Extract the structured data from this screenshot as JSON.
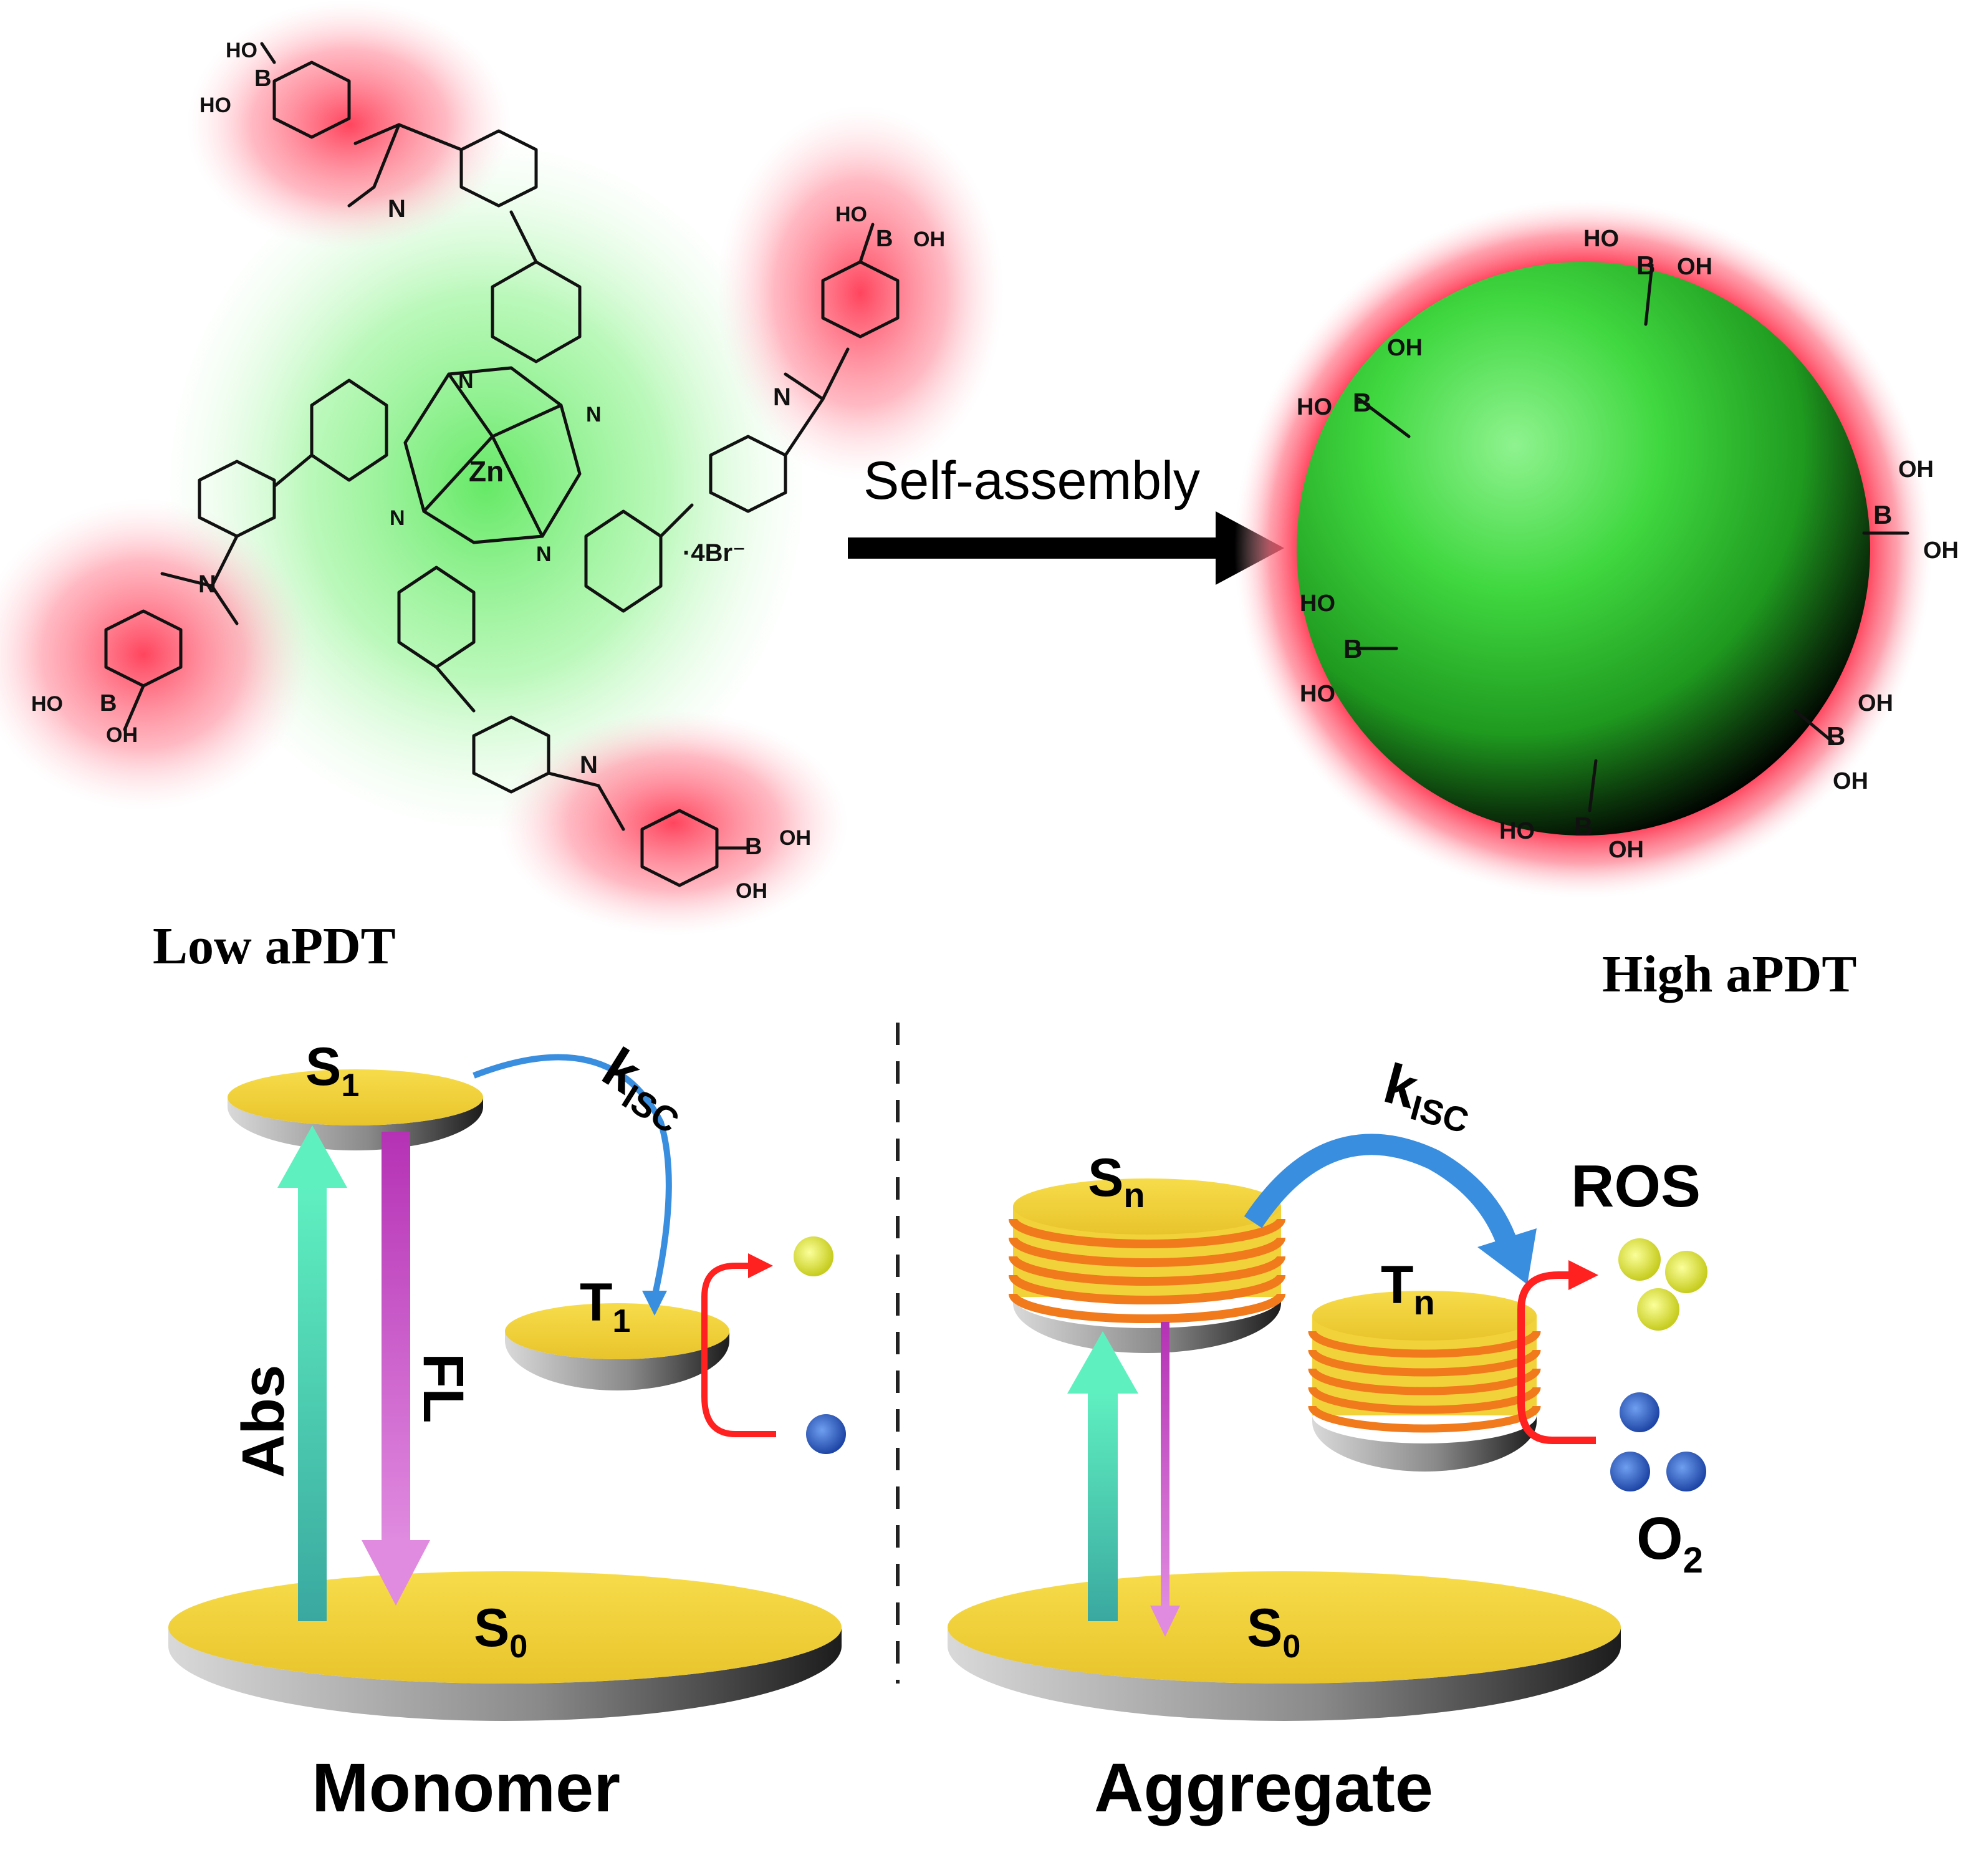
{
  "top": {
    "arrow_label": "Self-assembly",
    "left_label": "Low aPDT",
    "right_label": "High aPDT",
    "counter_ion": "·4Br⁻",
    "metal": "Zn",
    "boronic": {
      "B": "B",
      "OH": "OH",
      "HO": "HO"
    },
    "nitrogen": "N"
  },
  "bottom": {
    "monomer": {
      "caption": "Monomer",
      "s1": {
        "letter": "S",
        "sub": "1"
      },
      "t1": {
        "letter": "T",
        "sub": "1"
      },
      "s0": {
        "letter": "S",
        "sub": "0"
      },
      "abs": "Abs",
      "fl": "FL",
      "kisc": {
        "letter": "k",
        "sub": "ISC"
      }
    },
    "aggregate": {
      "caption": "Aggregate",
      "sn": {
        "letter": "S",
        "sub": "n"
      },
      "tn": {
        "letter": "T",
        "sub": "n"
      },
      "s0": {
        "letter": "S",
        "sub": "0"
      },
      "kisc": {
        "letter": "k",
        "sub": "ISC"
      },
      "ros": "ROS",
      "o2": {
        "letter": "O",
        "sub": "2"
      }
    }
  },
  "colors": {
    "sphere_green": "#3fd63f",
    "halo_red": "#ff3b55",
    "halo_green": "#7ff07f",
    "disk_yellow": "#f2d23a",
    "stripe_orange": "#f07a1c",
    "abs_cyan": "#4fe3b5",
    "fl_magenta": "#d040d0",
    "kisc_blue": "#3a8ee0",
    "ros_yellow": "#e3e83a",
    "o2_blue": "#2f62c8",
    "reaction_red": "#ff2020"
  }
}
